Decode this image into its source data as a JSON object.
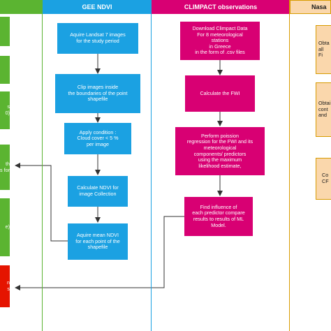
{
  "colors": {
    "green": "#5bb431",
    "blue": "#1ba1e2",
    "magenta": "#d80073",
    "orange": "#fad7ac",
    "orange_border": "#d79b00",
    "red": "#e51400",
    "lane_line": "#3a9ad9",
    "arrow": "#333333"
  },
  "lanes": {
    "gee": {
      "title": "GEE NDVI"
    },
    "climpact": {
      "title": "CLIMPACT observations"
    },
    "nasa": {
      "title": "Nasa"
    }
  },
  "left_column": {
    "nodes": [
      {
        "text": ""
      },
      {
        "text": ""
      },
      {
        "text": "s\n0)"
      },
      {
        "text": "th\ns for"
      },
      {
        "text": "e)"
      },
      {
        "text": "n\ns"
      }
    ]
  },
  "gee_column": {
    "nodes": [
      {
        "text": "Aquire Landsat 7 images\nfor the study period"
      },
      {
        "text": "Clip images inside\nthe boundaries of the point\nshapefile"
      },
      {
        "text": "Apply condition :\nCloud cover < 5 %\nper image"
      },
      {
        "text": "Calculate NDVI for\nimage Collection"
      },
      {
        "text": "Aquire mean NDVI\nfor each point of the\nshapefile"
      }
    ]
  },
  "climpact_column": {
    "nodes": [
      {
        "text": "Download Climpact Data\nFor 8 meteorological\nstations\nin Greece\nin  the form of .csv files"
      },
      {
        "text": "Calculate the FWI"
      },
      {
        "text": "Perform poission\nregression for the FWI and its\nmeteorological\ncomponents/ predictors\nusing the maximum\nlikelihood estimate,"
      },
      {
        "text": "Find influence of\neach predictor compare\nresults to results of ML\nModel."
      }
    ]
  },
  "nasa_column": {
    "nodes": [
      {
        "text": "Obta\nall\nFi"
      },
      {
        "text": "Obtai\ncont\nand"
      },
      {
        "text": "Co\nCF"
      }
    ]
  }
}
